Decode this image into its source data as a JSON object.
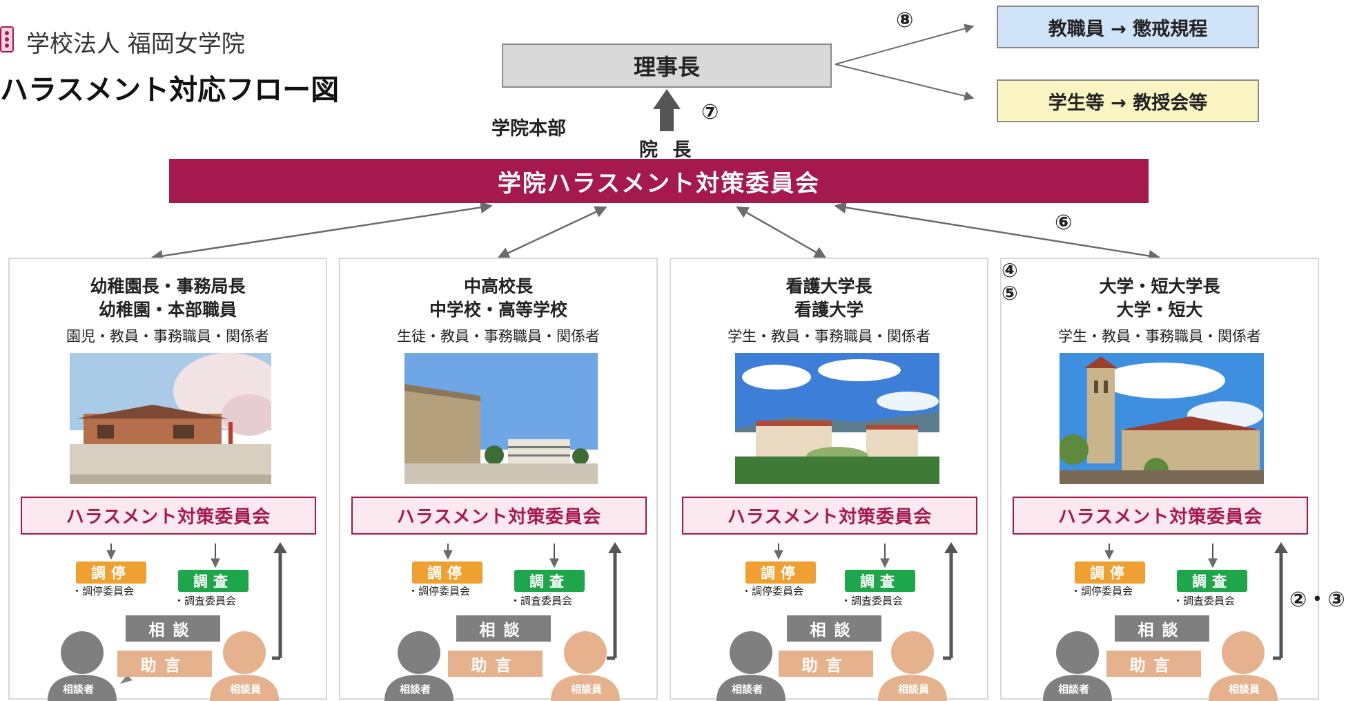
{
  "header": {
    "org_name": "学校法人 福岡女学院",
    "title": "ハラスメント対応フロー図"
  },
  "top": {
    "chairman": "理事長",
    "outcome_staff": "教職員 → 懲戒規程",
    "outcome_student": "学生等 → 教授会等",
    "step_8": "⑧",
    "step_7": "⑦",
    "step_6": "⑥",
    "hq_label": "学院本部",
    "director_label": "院 長",
    "main_committee": "学院ハラスメント対策委員会"
  },
  "columns": [
    {
      "head": "幼稚園長・事務局長",
      "unit": "幼稚園・本部職員",
      "members": "園児・教員・事務職員・関係者",
      "photo": "kindergarten-photo"
    },
    {
      "head": "中高校長",
      "unit": "中学校・高等学校",
      "members": "生徒・教員・事務職員・関係者",
      "photo": "school-photo"
    },
    {
      "head": "看護大学長",
      "unit": "看護大学",
      "members": "学生・教員・事務職員・関係者",
      "photo": "nursing-photo"
    },
    {
      "head": "大学・短大学長",
      "unit": "大学・短大",
      "members": "学生・教員・事務職員・関係者",
      "photo": "university-photo"
    }
  ],
  "flow": {
    "sub_committee": "ハラスメント対策委員会",
    "mediation": "調停",
    "mediation_committee": "・調停委員会",
    "investigation": "調査",
    "investigation_committee": "・調査委員会",
    "consult": "相談",
    "advice": "助言",
    "consulter": "相談者",
    "counselor": "相談員",
    "step_4": "④",
    "step_5": "⑤",
    "step_2_3": "②・③"
  },
  "colors": {
    "accent": "#a6194f",
    "accent_light": "#fce9ef",
    "mediation": "#f0a030",
    "investigation": "#1da74a",
    "consult": "#7f7f7f",
    "advice": "#e6b28e",
    "staff_box": "#cfe3f9",
    "student_box": "#fbf5c4"
  }
}
